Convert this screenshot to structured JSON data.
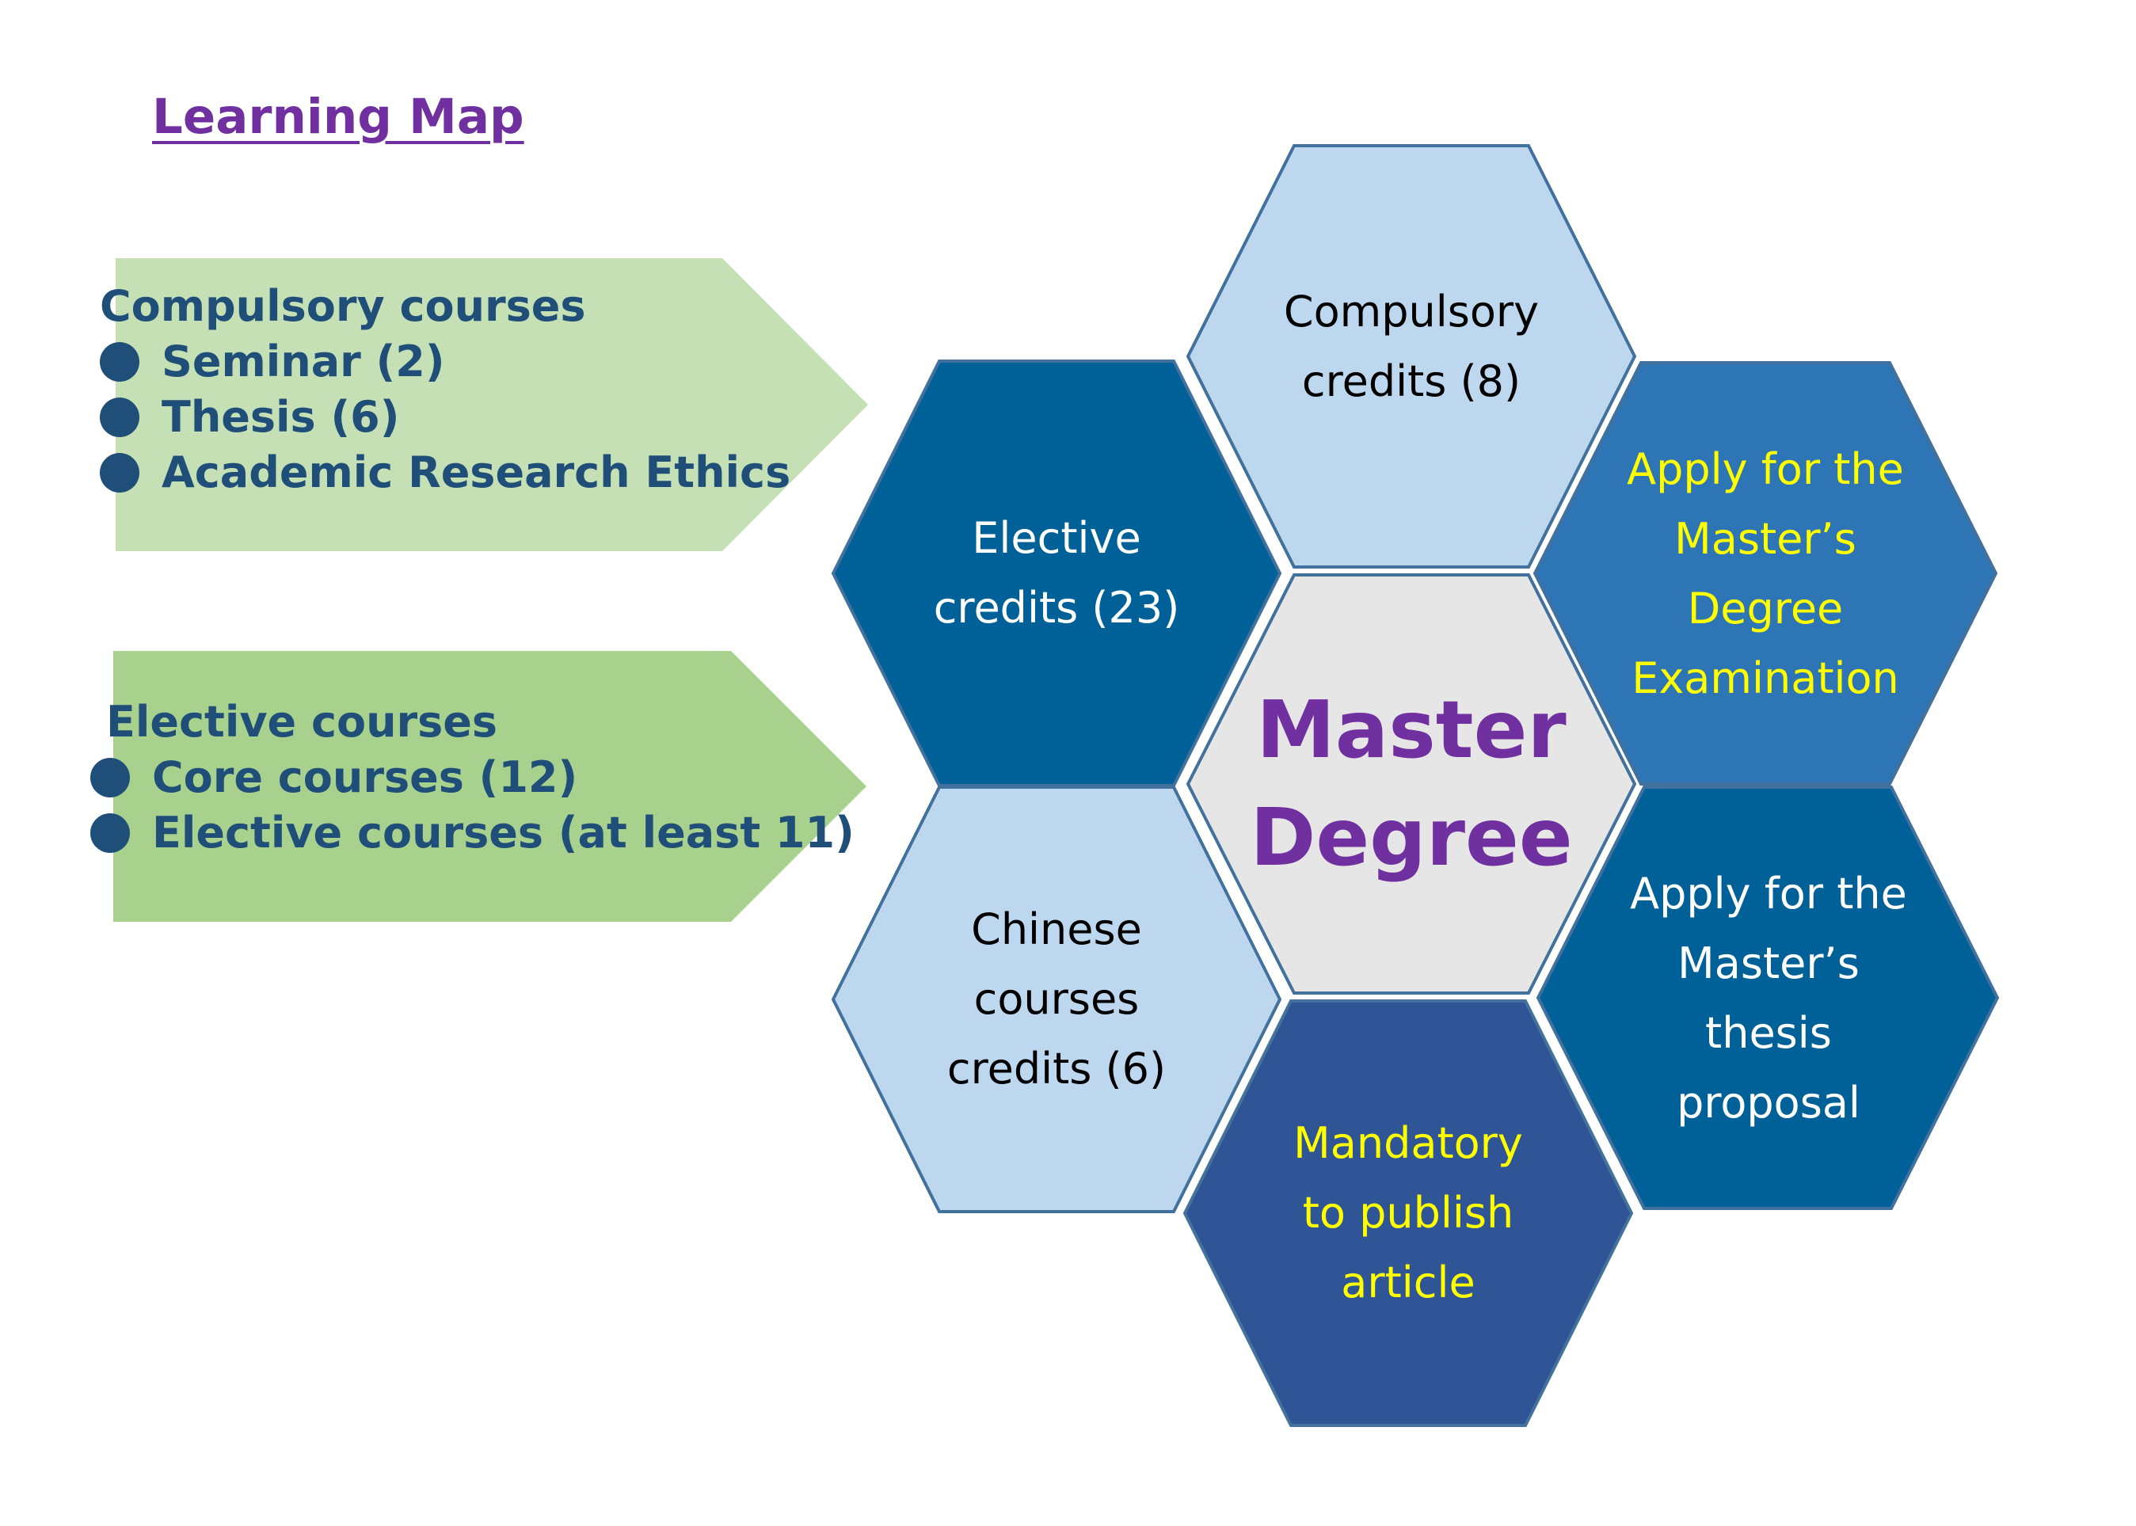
{
  "title": "Learning Map",
  "compulsory_panel": {
    "heading": "Compulsory courses",
    "items": [
      "Seminar (2)",
      "Thesis (6)",
      "Academic Research Ethics"
    ]
  },
  "elective_panel": {
    "heading": "Elective courses",
    "items": [
      "Core courses (12)",
      "Elective courses (at least 11)"
    ]
  },
  "hexagons": {
    "compulsory_credits": "Compulsory\ncredits (8)",
    "elective_credits": "Elective\ncredits (23)",
    "chinese_credits": "Chinese\ncourses\ncredits (6)",
    "master_degree": "Master\nDegree",
    "apply_exam": "Apply for the\nMaster’s\nDegree\nExamination",
    "apply_proposal": "Apply for the\nMaster’s\nthesis\nproposal",
    "publish_article": "Mandatory\nto publish\narticle"
  },
  "colors": {
    "title": "#7030a0",
    "panel_text": "#1f4e79",
    "arrow_compulsory": "#c5e0b4",
    "arrow_elective": "#a9d18e",
    "hex_light": "#bdd7ee",
    "hex_dark": "#006098",
    "hex_mid": "#2e75b6",
    "hex_navy": "#2f5597",
    "hex_center": "#e7e6e6",
    "hex_border": "#41719c",
    "yellow_text": "#ffff00"
  }
}
